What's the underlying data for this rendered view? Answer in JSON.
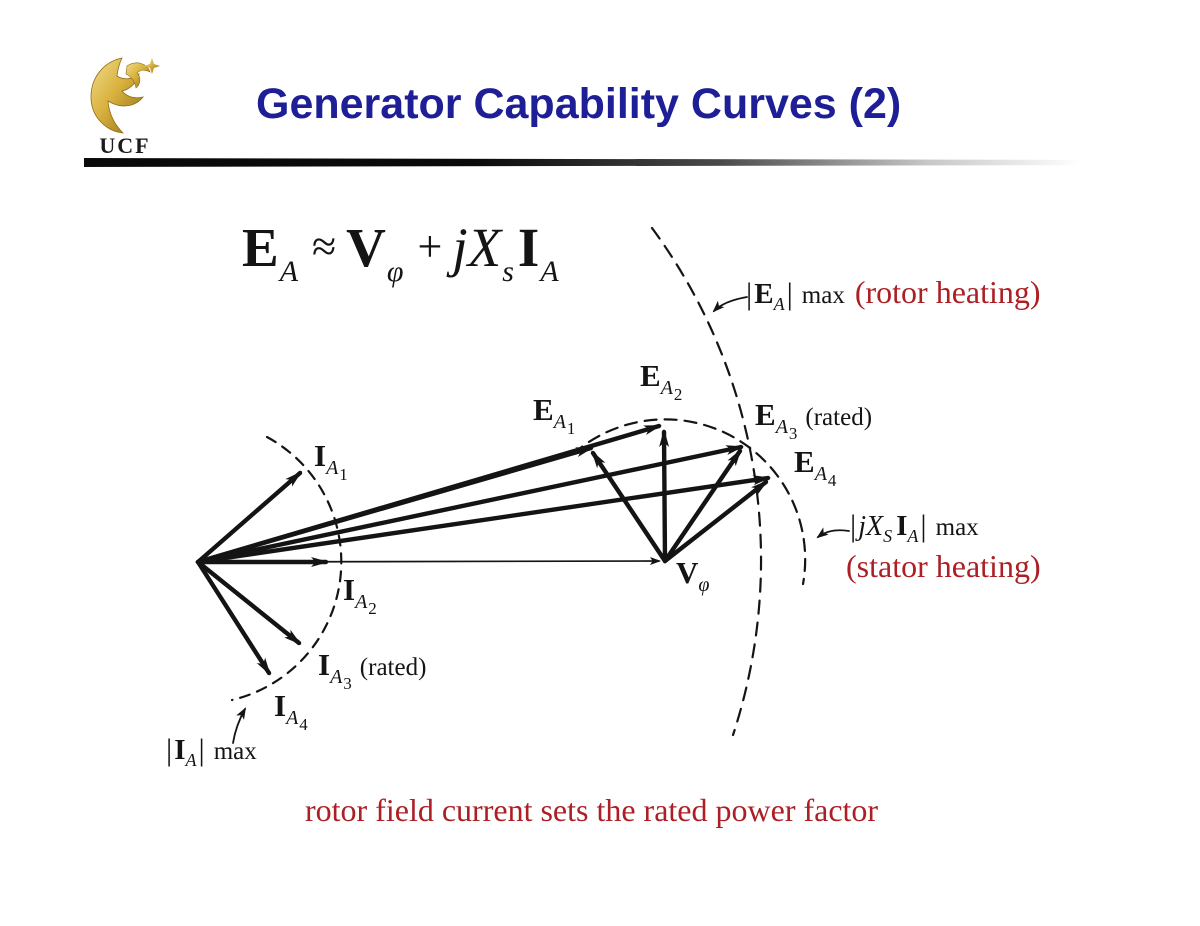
{
  "slide": {
    "title": "Generator Capability Curves (2)",
    "logo_text": "UCF",
    "caption": "rotor field current sets the rated power factor"
  },
  "colors": {
    "title-blue": "#1E1E96",
    "annotation-red": "#AC1F24",
    "ink": "#141414",
    "logo-gold": "#D9B23F"
  },
  "formula": {
    "emf": "E",
    "emf_sub": "A",
    "approx": "≈",
    "voltage": "V",
    "voltage_sub": "φ",
    "plus": "+",
    "reactance": "jX",
    "reactance_sub": "s",
    "current": "I",
    "current_sub": "A"
  },
  "phasors": {
    "ea1": {
      "base": "E",
      "sub": "A",
      "index": "1",
      "note": ""
    },
    "ea2": {
      "base": "E",
      "sub": "A",
      "index": "2",
      "note": ""
    },
    "ea3": {
      "base": "E",
      "sub": "A",
      "index": "3",
      "note": "(rated)"
    },
    "ea4": {
      "base": "E",
      "sub": "A",
      "index": "4",
      "note": ""
    },
    "ia1": {
      "base": "I",
      "sub": "A",
      "index": "1",
      "note": ""
    },
    "ia2": {
      "base": "I",
      "sub": "A",
      "index": "2",
      "note": ""
    },
    "ia3": {
      "base": "I",
      "sub": "A",
      "index": "3",
      "note": "(rated)"
    },
    "ia4": {
      "base": "I",
      "sub": "A",
      "index": "4",
      "note": ""
    },
    "vphi": {
      "base": "V",
      "sub": "φ"
    }
  },
  "limits": {
    "rotor": {
      "open": "|",
      "base": "E",
      "sub": "A",
      "close": "|",
      "max": "max",
      "note": "(rotor heating)"
    },
    "stator": {
      "open": "|",
      "react": "jX",
      "react_sub": "S",
      "base": "I",
      "sub": "A",
      "close": "|",
      "max": "max",
      "note": "(stator heating)"
    },
    "armature": {
      "open": "|",
      "base": "I",
      "sub": "A",
      "close": "|",
      "max": "max"
    }
  }
}
